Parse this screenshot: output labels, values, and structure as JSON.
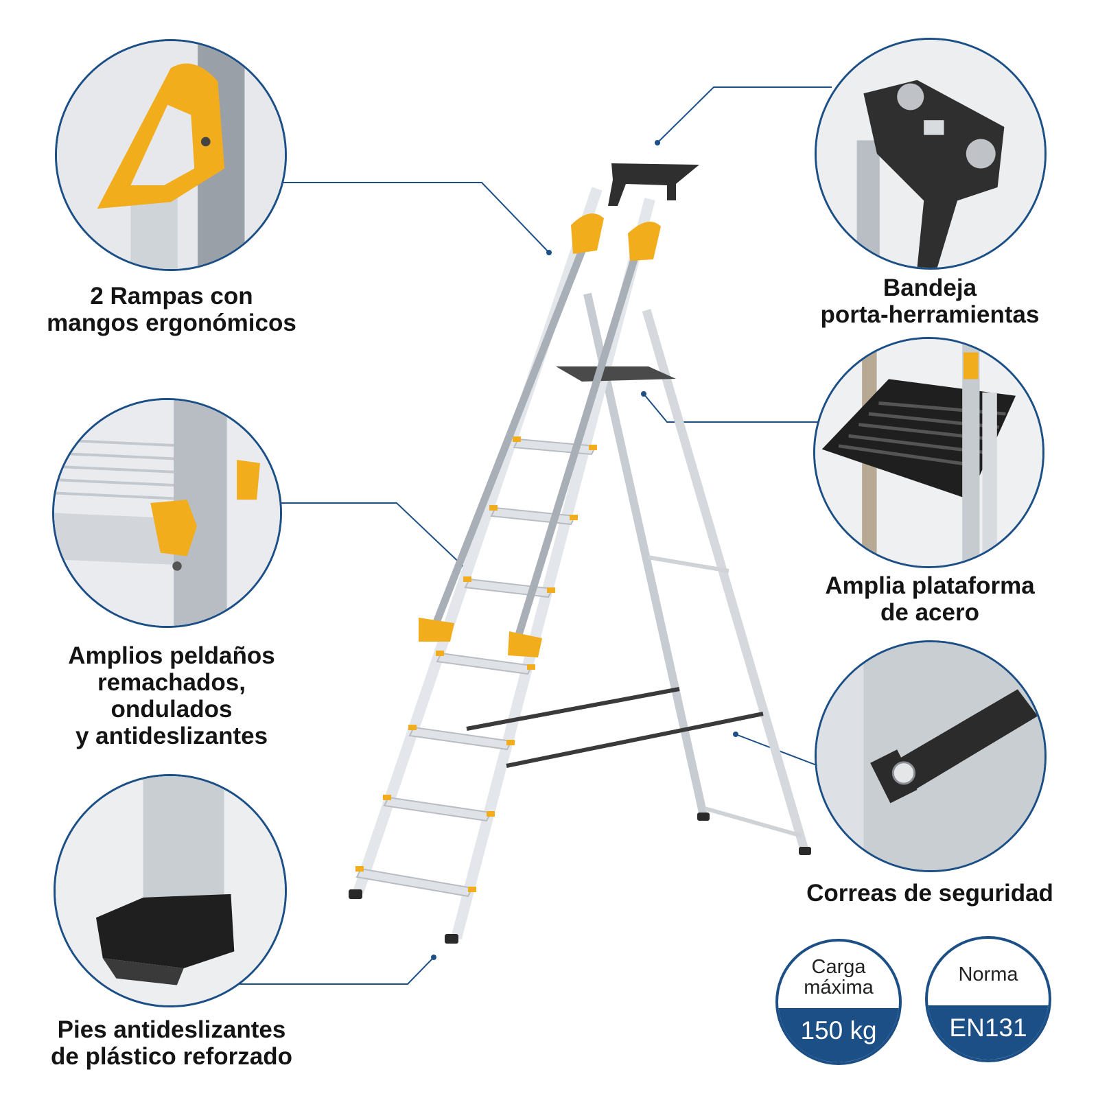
{
  "features": [
    {
      "id": "handles",
      "lines": [
        "2 Rampas con",
        "mangos ergonómicos"
      ]
    },
    {
      "id": "tray",
      "lines": [
        "Bandeja",
        "porta-herramientas"
      ]
    },
    {
      "id": "steps",
      "lines": [
        "Amplios peldaños",
        "remachados,",
        "ondulados",
        "y antideslizantes"
      ]
    },
    {
      "id": "platform",
      "lines": [
        "Amplia plataforma",
        "de acero"
      ]
    },
    {
      "id": "straps",
      "lines": [
        "Correas de seguridad"
      ]
    },
    {
      "id": "feet",
      "lines": [
        "Pies antideslizantes",
        "de plástico reforzado"
      ]
    }
  ],
  "badges": {
    "load": {
      "top": [
        "Carga",
        "máxima"
      ],
      "value": "150 kg"
    },
    "norm": {
      "top": [
        "Norma"
      ],
      "value": "EN131"
    }
  },
  "colors": {
    "accent_blue": "#1b4f86",
    "handle_yellow": "#f2ad1c",
    "aluminium": "#d5d9de",
    "plastic_black": "#2a2a2a"
  }
}
